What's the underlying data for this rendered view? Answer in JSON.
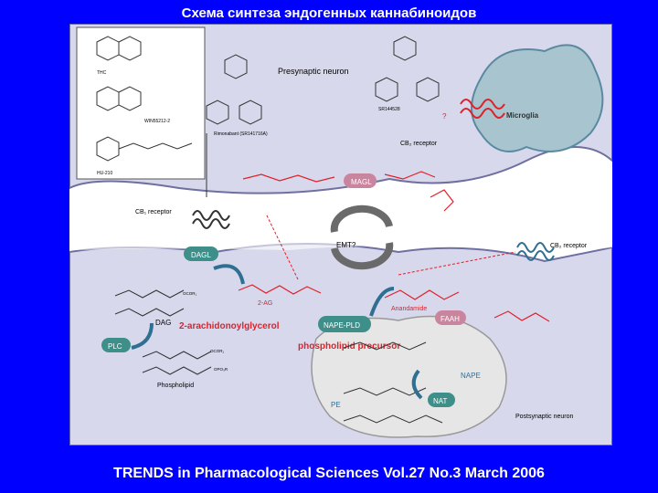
{
  "title": "Схема синтеза эндогенных каннабиноидов",
  "caption": "TRENDS in Pharmacological Sciences Vol.27 No.3 March 2006",
  "colors": {
    "background": "#0000ff",
    "neuron": "#d8d8ec",
    "microglia": "#a7c4cf",
    "enzyme": "#3e8f8a",
    "molecule": "#e0202a",
    "nucleus": "#e6e6e6",
    "arrow_blue": "#2f6f92"
  },
  "labels": {
    "thc": "THC",
    "win": "WIN55212-2",
    "hu": "HU-210",
    "rimonabant": "Rimonabant (SR141716A)",
    "sr144528": "SR144528",
    "presynaptic": "Presynaptic neuron",
    "microglia": "Microglia",
    "cb2_top": "CB₂ receptor",
    "cb1": "CB₁ receptor",
    "cb2_right": "CB₂ receptor",
    "mag": "MAGL",
    "emt": "EMT?",
    "dagl": "DAGL",
    "ag": "2-AG",
    "anandamide": "Anandamide",
    "faah": "FAAH",
    "dag": "DAG",
    "arach": "2-arachidonoylglycerol",
    "napepld": "NAPE-PLD",
    "plc": "PLC",
    "phospho_precursor": "phospholipid precursor",
    "phosphoinositide": "Phospholipid",
    "nape": "NAPE",
    "pe": "PE",
    "nat": "NAT",
    "postsynaptic": "Postsynaptic neuron",
    "ocor_a": "OCOR₁",
    "ocor_b": "OCOR₁",
    "opo3": "OPO₃R",
    "qmark": "?"
  }
}
